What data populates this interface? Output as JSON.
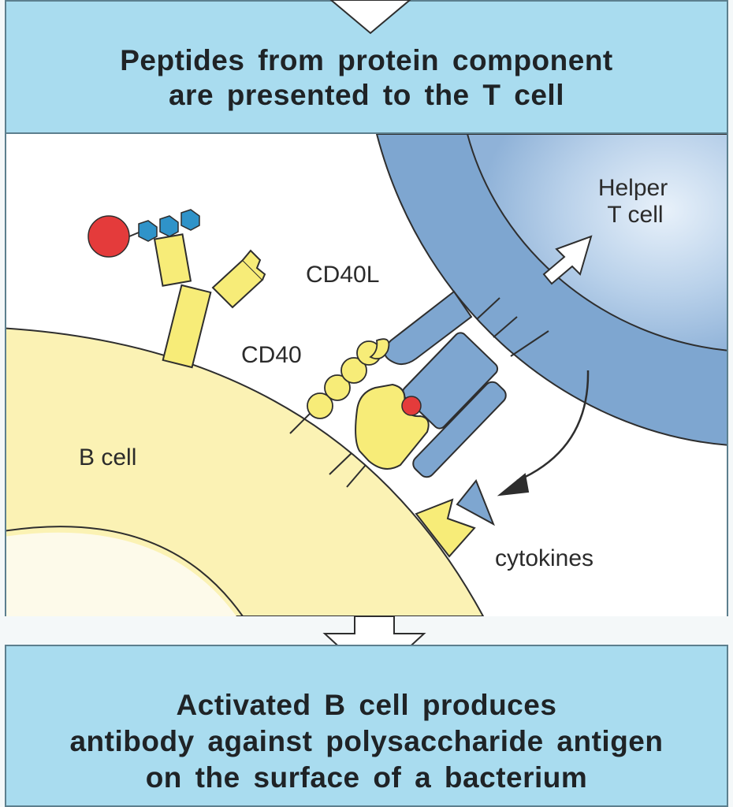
{
  "header": {
    "line1": "Peptides from protein component",
    "line2": "are presented to the T cell"
  },
  "labels": {
    "helper_line1": "Helper",
    "helper_line2": "T cell",
    "cd40l": "CD40L",
    "cd40": "CD40",
    "b_cell": "B cell",
    "cytokines": "cytokines"
  },
  "footer": {
    "line1": "Activated B cell produces",
    "line2": "antibody against  polysaccharide antigen",
    "line3": "on the surface of a bacterium"
  },
  "colors": {
    "banner": "#a9dcef",
    "b_cell": "#fbf2b4",
    "t_cell": "#7ea6d0",
    "receptor_yellow": "#f7ec78",
    "antigen_red": "#e43b3b",
    "sugar_blue": "#2f93c9"
  }
}
